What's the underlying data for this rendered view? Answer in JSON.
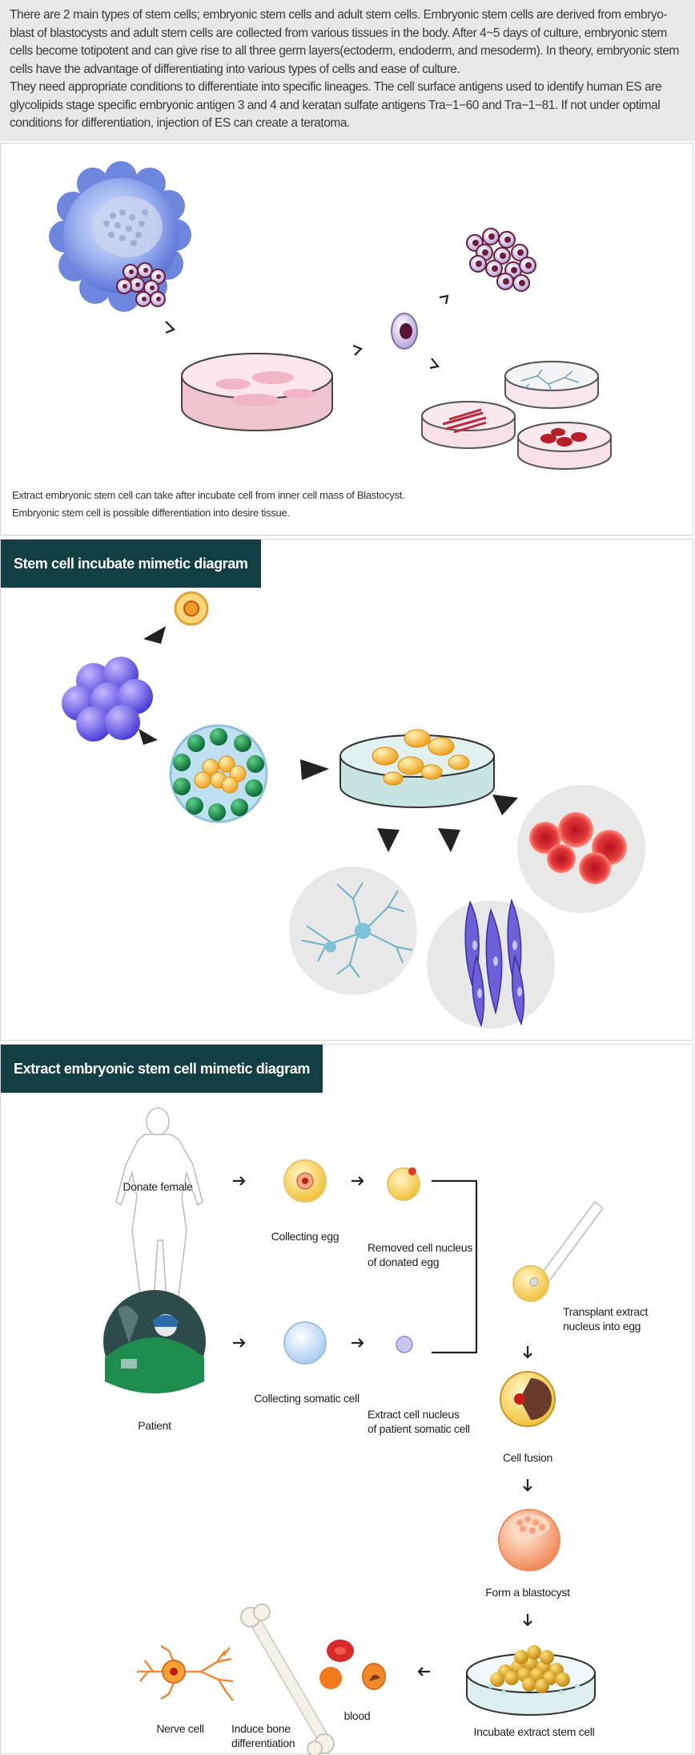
{
  "intro": {
    "p1": "There are 2 main types of stem cells; embryonic stem cells and adult stem cells. Embryonic stem cells are derived from embryo-blast of blastocysts and adult stem cells are collected from various tissues in the body.  After 4~5 days of culture, embryonic stem cells  become totipotent and can give rise to all three germ layers(ectoderm, endoderm, and mesoderm). In theory, embryonic stem cells have the advantage of differentiating into various types of cells and ease of culture.",
    "p2": "They need appropriate conditions to differentiate into specific lineages. The cell surface antigens used to identify human ES are glycolipids stage specific embryonic antigen 3 and 4 and keratan sulfate antigens Tra−1−60 and Tra−1−81. If not under optimal conditions for differentiation, injection of ES can create a teratoma."
  },
  "panel1": {
    "caption_line1": "Extract embryonic stem cell can take after incubate cell from inner cell mass of Blastocyst.",
    "caption_line2": "Embryonic stem cell is possible differentiation into desire tissue."
  },
  "panel2": {
    "title": "Stem cell incubate mimetic diagram"
  },
  "panel3": {
    "title": "Extract embryonic stem cell mimetic diagram",
    "labels": {
      "donate_female": "Donate female",
      "collecting_egg": "Collecting egg",
      "removed_nucleus_1": "Removed cell nucleus",
      "removed_nucleus_2": "of donated egg",
      "patient": "Patient",
      "collecting_somatic": "Collecting somatic cell",
      "extract_nucleus_1": "Extract cell nucleus",
      "extract_nucleus_2": "of patient somatic cell",
      "transplant_1": "Transplant extract",
      "transplant_2": "nucleus into egg",
      "cell_fusion": "Cell fusion",
      "form_blastocyst": "Form a blastocyst",
      "incubate": "Incubate extract stem cell",
      "nerve_cell": "Nerve cell",
      "bone_1": "Induce bone",
      "bone_2": "differentiation",
      "blood": "blood"
    }
  },
  "colors": {
    "title_bar": "#123f44",
    "intro_bg": "#e8e8e8"
  }
}
